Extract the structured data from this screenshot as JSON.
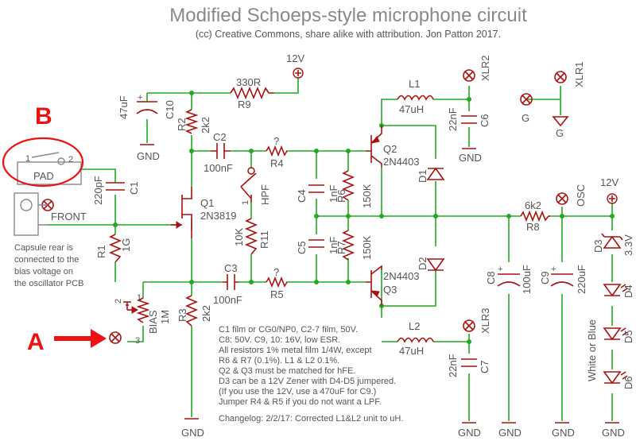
{
  "header": {
    "title": "Modified Schoeps-style microphone circuit",
    "subtitle": "(cc) Creative Commons, share alike with attribution. Jon Patton 2017."
  },
  "annotations": {
    "a_label": "A",
    "b_label": "B",
    "color": "#ee1111"
  },
  "power": {
    "v12_top": "12V",
    "v12_right": "12V"
  },
  "connectors": {
    "xlr1": "XLR1",
    "xlr2": "XLR2",
    "xlr3": "XLR3",
    "osc": "OSC",
    "g1": "G",
    "g2": "G",
    "front": "FRONT",
    "pad": "PAD",
    "pad_pin1": "1",
    "pad_pin2": "2"
  },
  "components": {
    "r9": {
      "name": "R9",
      "value": "330R"
    },
    "c10": {
      "name": "C10",
      "value": "47uF"
    },
    "r2": {
      "name": "R2",
      "value": "2k2"
    },
    "c2": {
      "name": "C2",
      "value": "100nF"
    },
    "r4": {
      "name": "R4",
      "value": "?"
    },
    "c1": {
      "name": "C1",
      "value": "220pF"
    },
    "q1": {
      "name": "Q1",
      "value": "2N3819"
    },
    "r1": {
      "name": "R1",
      "value": "1G"
    },
    "hpf": "HPF",
    "hpf_pin": "1",
    "r11": {
      "name": "R11",
      "value": "10K"
    },
    "c3": {
      "name": "C3",
      "value": "100nF"
    },
    "r5": {
      "name": "R5",
      "value": "?"
    },
    "bias": {
      "name": "BIAS",
      "value": "1M",
      "pin1": "1",
      "pin2": "2",
      "pin3": "3"
    },
    "r3": {
      "name": "R3",
      "value": "2k2"
    },
    "c4": {
      "name": "C4",
      "value": "1nF"
    },
    "c5": {
      "name": "C5",
      "value": "1nF"
    },
    "r6": {
      "name": "R6",
      "value": "150K"
    },
    "r7": {
      "name": "R7",
      "value": "150K"
    },
    "q2": {
      "name": "Q2",
      "value": "2N4403"
    },
    "q3": {
      "name": "Q3",
      "value": "2N4403"
    },
    "d1": "D1",
    "d2": "D2",
    "l1": {
      "name": "L1",
      "value": "47uH"
    },
    "l2": {
      "name": "L2",
      "value": "47uH"
    },
    "c6": {
      "name": "C6",
      "value": "22nF"
    },
    "c7": {
      "name": "C7",
      "value": "22nF"
    },
    "r8": {
      "name": "R8",
      "value": "6k2"
    },
    "c8": {
      "name": "C8",
      "value": "100uF"
    },
    "c9": {
      "name": "C9",
      "value": "220uF"
    },
    "d3": {
      "name": "D3",
      "value": "3.3V"
    },
    "d4": "D4",
    "d5": "D5",
    "d6": "D6",
    "led_note": "White or Blue"
  },
  "gnd_label": "GND",
  "capsule_note": [
    "Capsule rear is",
    "connected to the",
    "bias voltage on",
    "the oscillator PCB"
  ],
  "notes": [
    "C1 film or CG0/NP0, C2-7 film, 50V.",
    "C8: 50V. C9, 10: 16V, low ESR.",
    "All resistors 1% metal film 1/4W, except",
    "R6 & R7 (0.1%). L1 & L2 0.1%.",
    "Q2 & Q3 must be matched for hFE.",
    "D3 can be a 12V Zener with D4-D5 jumpered.",
    "(If you use the 12V, use a 470uF for C9.)",
    "Jumper R4 & R5 if you do not want a LPF."
  ],
  "changelog": "Changelog: 2/2/17: Corrected L1&L2 unit to uH."
}
